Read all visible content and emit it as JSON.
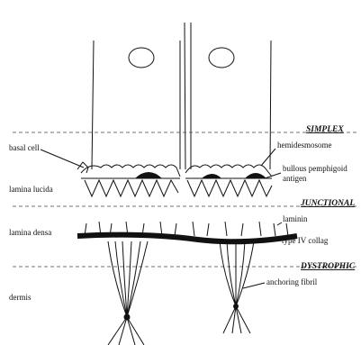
{
  "zones": {
    "simplex": "SIMPLEX",
    "junctional": "JUNCTIONAL",
    "dystrophic": "DYSTROPHIC"
  },
  "left_labels": {
    "basal_cell": "basal cell",
    "lamina_lucida": "lamina lucida",
    "lamina_densa": "lamina densa",
    "dermis": "dermis"
  },
  "right_labels": {
    "hemidesmosome": "hemidesmosome",
    "bullous_pemphigoid_1": "bullous pemphigoid",
    "bullous_pemphigoid_2": "antigen",
    "laminin": "laminin",
    "type_iv_collagen": "type IV collag",
    "anchoring_fibril": "anchoring fibril"
  }
}
